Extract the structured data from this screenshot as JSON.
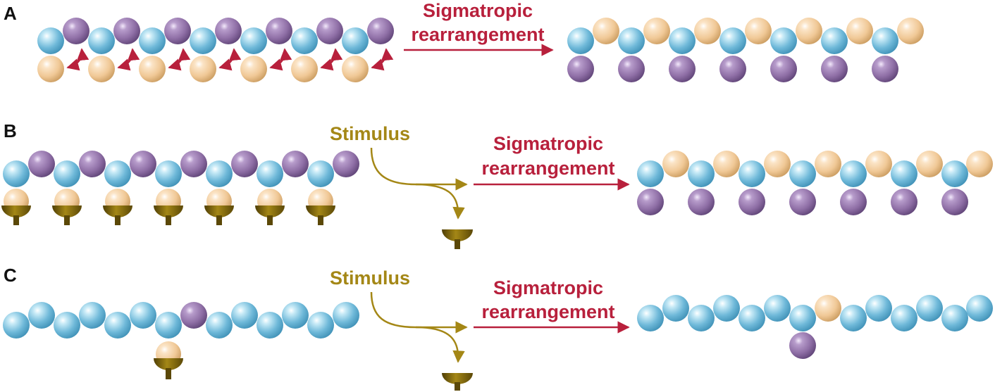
{
  "colors": {
    "blue_atom": "#6fb9d9",
    "purple_atom": "#8f6fa6",
    "tan_atom": "#f0c896",
    "reaction_red": "#b8203c",
    "stimulus_gold": "#a48716",
    "cup_gold": "#7d6510"
  },
  "panels": [
    {
      "letter": "A",
      "reaction_label_line1": "Sigmatropic",
      "reaction_label_line2": "rearrangement",
      "stimulus_label": ""
    },
    {
      "letter": "B",
      "reaction_label_line1": "Sigmatropic",
      "reaction_label_line2": "rearrangement",
      "stimulus_label": "Stimulus"
    },
    {
      "letter": "C",
      "reaction_label_line1": "Sigmatropic",
      "reaction_label_line2": "rearrangement",
      "stimulus_label": "Stimulus"
    }
  ],
  "icons": [
    "sphere-atom",
    "curved-double-arrow",
    "reaction-arrow",
    "stimulus-branch-arrow",
    "capture-cup"
  ]
}
